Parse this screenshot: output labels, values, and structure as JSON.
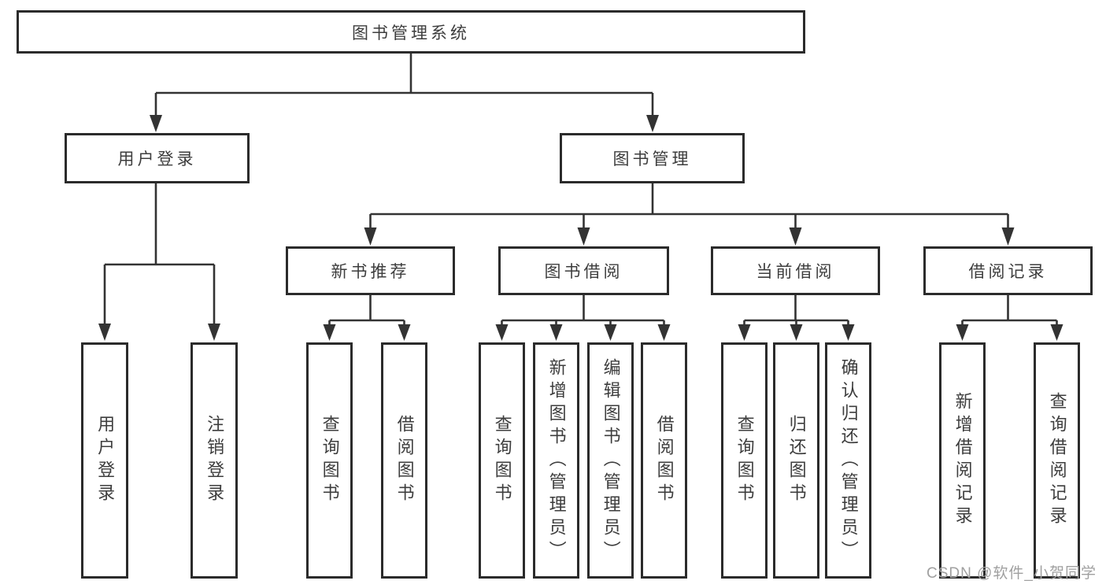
{
  "watermark": "CSDN @软件_小贺同学",
  "colors": {
    "background": "#ffffff",
    "box_border": "#2b2b2b",
    "connector_line": "#333333",
    "text": "#3d3d3d",
    "watermark_text": "#a0a0a0"
  },
  "tree": {
    "root": "图书管理系统",
    "branches": [
      {
        "label": "用户登录",
        "children": [
          "用户登录",
          "注销登录"
        ]
      },
      {
        "label": "图书管理",
        "groups": [
          {
            "label": "新书推荐",
            "children": [
              "查询图书",
              "借阅图书"
            ]
          },
          {
            "label": "图书借阅",
            "children": [
              "查询图书",
              "新增图书（管理员）",
              "编辑图书（管理员）",
              "借阅图书"
            ]
          },
          {
            "label": "当前借阅",
            "children": [
              "查询图书",
              "归还图书",
              "确认归还（管理员）"
            ]
          },
          {
            "label": "借阅记录",
            "children": [
              "新增借阅记录",
              "查询借阅记录"
            ]
          }
        ]
      }
    ]
  }
}
